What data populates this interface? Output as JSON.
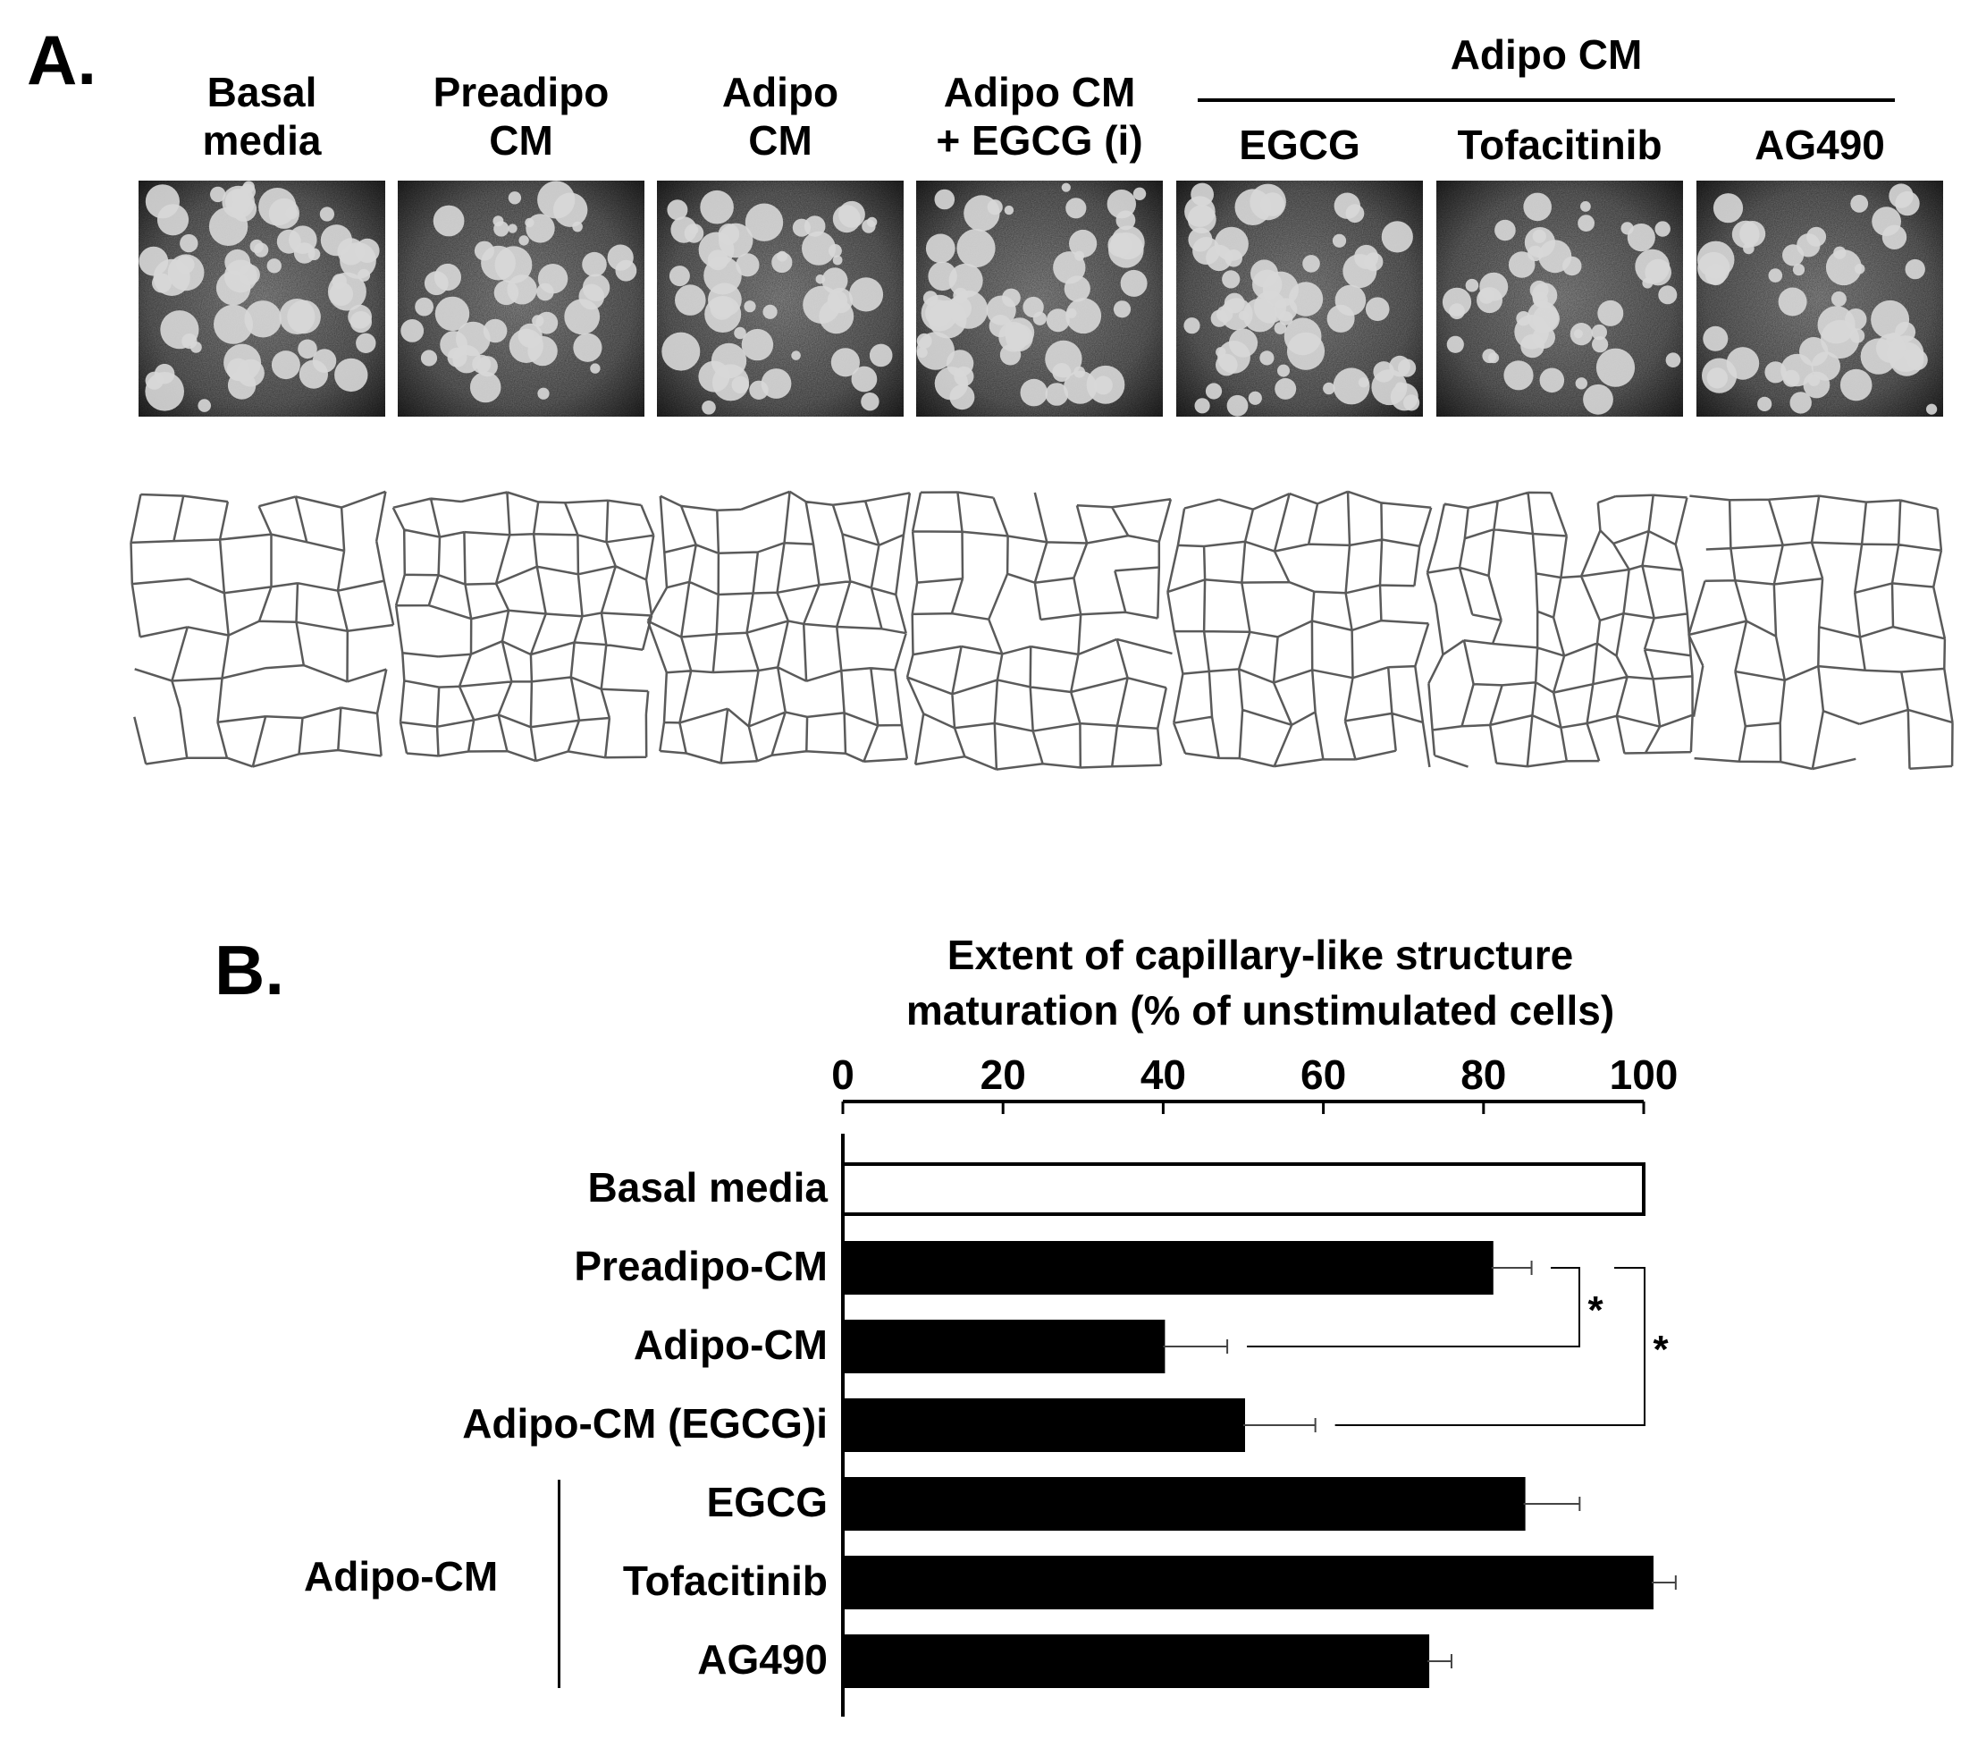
{
  "panel_a": {
    "letter": "A.",
    "group_header": "Adipo CM",
    "columns": [
      {
        "line1": "Basal",
        "line2": "media"
      },
      {
        "line1": "Preadipo",
        "line2": "CM"
      },
      {
        "line1": "Adipo",
        "line2": "CM"
      },
      {
        "line1": "Adipo CM",
        "line2": "+ EGCG (i)"
      },
      {
        "line1": "EGCG",
        "line2": ""
      },
      {
        "line1": "Tofacitinib",
        "line2": ""
      },
      {
        "line1": "AG490",
        "line2": ""
      }
    ]
  },
  "panel_b": {
    "letter": "B.",
    "group_label": "Adipo-CM"
  },
  "chart_data": {
    "type": "bar",
    "orientation": "horizontal",
    "title": "",
    "xlabel": "Extent of capillary-like structure maturation (% of unstimulated cells)",
    "xlabel_line1": "Extent of capillary-like structure",
    "xlabel_line2": "maturation (% of unstimulated cells)",
    "ylabel": "",
    "xlim": [
      0,
      100
    ],
    "xticks": [
      "0",
      "20",
      "40",
      "60",
      "80",
      "100"
    ],
    "axis_position": "top",
    "grid": false,
    "categories": [
      "Basal media",
      "Preadipo-CM",
      "Adipo-CM",
      "Adipo-CM (EGCG)i",
      "EGCG",
      "Tofacitinib",
      "AG490"
    ],
    "values": [
      100,
      81,
      40,
      50,
      85,
      101,
      73
    ],
    "errors": [
      0,
      5,
      8,
      9,
      7,
      3,
      3
    ],
    "bar_colors": [
      "#ffffff",
      "#000000",
      "#000000",
      "#000000",
      "#000000",
      "#000000",
      "#000000"
    ],
    "significance": [
      {
        "between": [
          "Preadipo-CM",
          "Adipo-CM"
        ],
        "label": "*"
      },
      {
        "between": [
          "Preadipo-CM",
          "Adipo-CM (EGCG)i"
        ],
        "label": "*"
      }
    ]
  }
}
